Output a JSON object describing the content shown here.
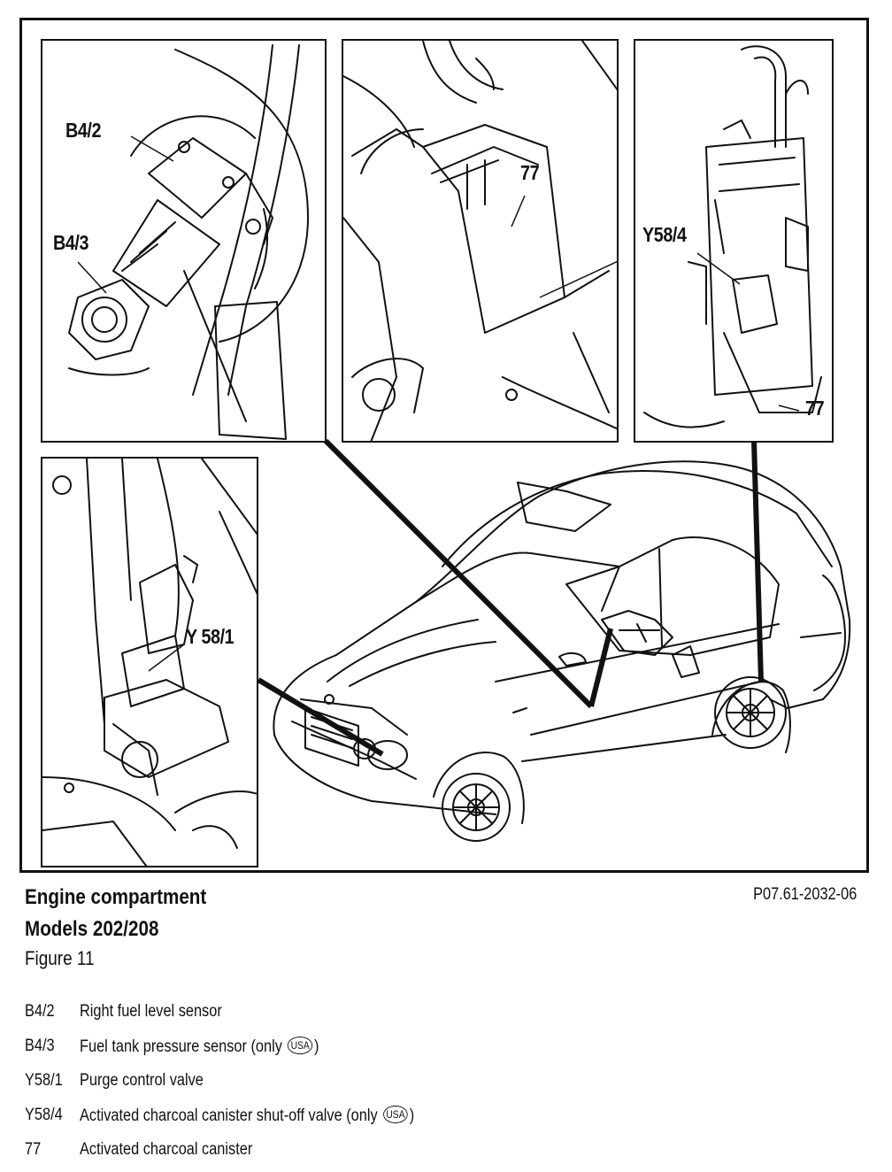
{
  "insets": {
    "top_left": {
      "label_1": "B4/2",
      "label_2": "B4/3"
    },
    "top_middle": {
      "label_1": "77"
    },
    "top_right": {
      "label_1": "Y58/4",
      "label_2": "77"
    },
    "bottom_left": {
      "label_1": "Y 58/1"
    }
  },
  "caption": {
    "title_line_1": "Engine compartment",
    "title_line_2": "Models 202/208",
    "figure": "Figure 11",
    "reference": "P07.61-2032-06"
  },
  "legend": [
    {
      "code": "B4/2",
      "text": "Right fuel level sensor",
      "badge": ""
    },
    {
      "code": "B4/3",
      "text": "Fuel tank pressure sensor (only",
      "badge": "USA",
      "suffix": ")"
    },
    {
      "code": "Y58/1",
      "text": "Purge control valve",
      "badge": ""
    },
    {
      "code": "Y58/4",
      "text": "Activated charcoal canister shut-off valve (only",
      "badge": "USA",
      "suffix": ")"
    },
    {
      "code": "77",
      "text": "Activated charcoal canister",
      "badge": ""
    }
  ],
  "colors": {
    "ink": "#111111",
    "paper": "#ffffff"
  }
}
